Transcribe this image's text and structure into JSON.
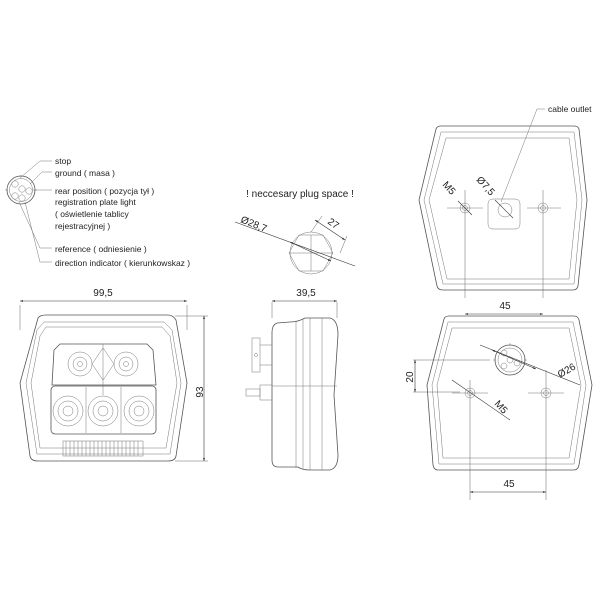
{
  "connector_legend": {
    "labels": [
      {
        "key": "stop",
        "text": "stop"
      },
      {
        "key": "ground",
        "text": "ground  ( masa )"
      },
      {
        "key": "rear_position",
        "text": "rear position  ( pozycja tył )"
      },
      {
        "key": "registration_1",
        "text": "registration plate light"
      },
      {
        "key": "registration_2",
        "text": "( oświetlenie tablicy"
      },
      {
        "key": "registration_3",
        "text": "rejestracyjnej )"
      },
      {
        "key": "reference",
        "text": "reference  ( odniesienie )"
      },
      {
        "key": "direction_indicator",
        "text": "direction indicator  ( kierunkowskaz )"
      }
    ]
  },
  "plug_space": {
    "title": "! neccesary plug space !",
    "diameter": "Ø28,7",
    "across_flats": "27"
  },
  "front_view": {
    "width_dim": "99,5",
    "height_dim": "93"
  },
  "side_view": {
    "depth_dim": "39,5"
  },
  "rear_view_top": {
    "callout": "cable outlet",
    "cable_diameter": "Ø7,5",
    "thread": "M5",
    "spacing": "45"
  },
  "rear_view_bottom": {
    "offset_dim": "20",
    "socket_diameter": "Ø26",
    "thread": "M5",
    "spacing": "45"
  }
}
